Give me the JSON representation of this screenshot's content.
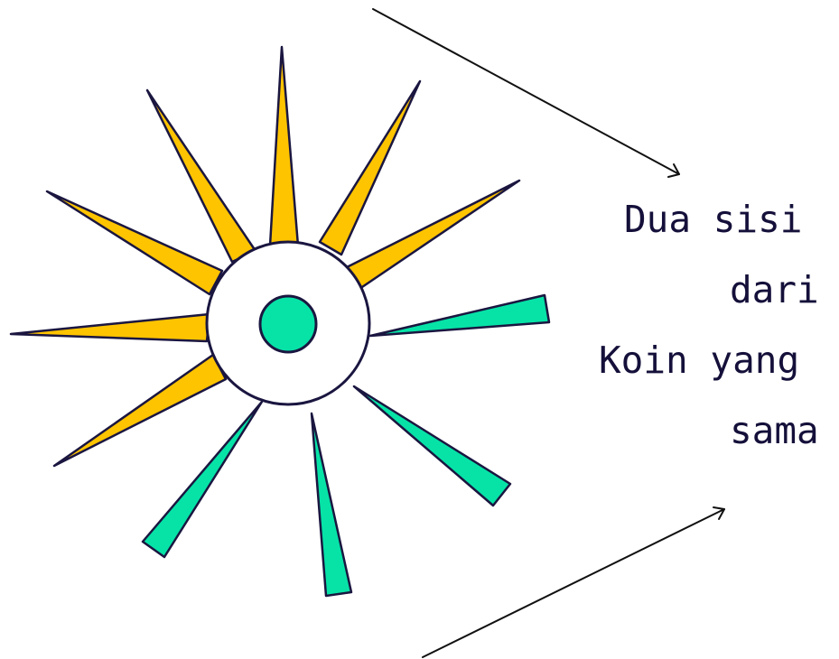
{
  "caption": {
    "lines": [
      "Dua sisi",
      "dari",
      "Koin yang",
      "sama"
    ]
  },
  "icon": "sun-burst-icon",
  "colors": {
    "outline": "#1a1640",
    "gold_ray": "#ffc400",
    "teal_ray": "#07e3a7",
    "hub_fill": "#ffffff",
    "center_dot": "#07e3a7",
    "arrow": "#111111",
    "text": "#14103a"
  }
}
